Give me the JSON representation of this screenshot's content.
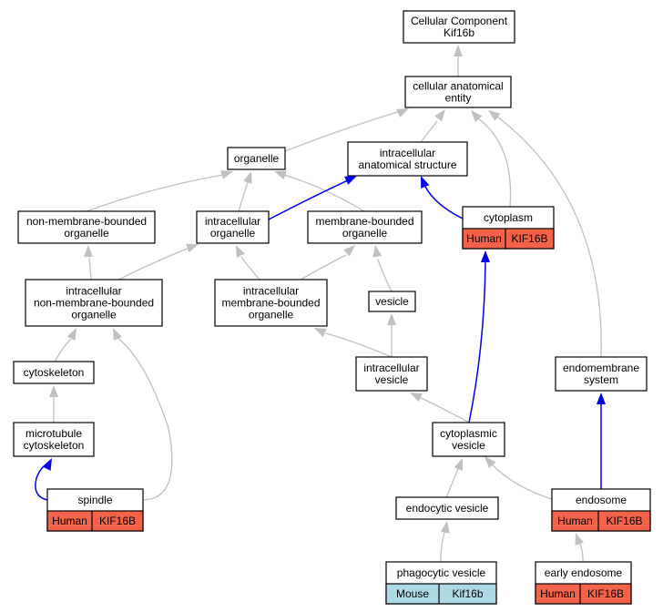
{
  "nodes": {
    "root": {
      "lines": [
        "Cellular Component",
        "Kif16b"
      ]
    },
    "cellular_anatomical_entity": {
      "lines": [
        "cellular anatomical",
        "entity"
      ]
    },
    "organelle": {
      "lines": [
        "organelle"
      ]
    },
    "intracellular_anatomical_structure": {
      "lines": [
        "intracellular",
        "anatomical structure"
      ]
    },
    "non_membrane_bounded_organelle": {
      "lines": [
        "non-membrane-bounded",
        "organelle"
      ]
    },
    "intracellular_organelle": {
      "lines": [
        "intracellular",
        "organelle"
      ]
    },
    "membrane_bounded_organelle": {
      "lines": [
        "membrane-bounded",
        "organelle"
      ]
    },
    "cytoplasm": {
      "lines": [
        "cytoplasm"
      ],
      "species": "Human",
      "gene": "KIF16B"
    },
    "intracellular_non_membrane_bounded_organelle": {
      "lines": [
        "intracellular",
        "non-membrane-bounded",
        "organelle"
      ]
    },
    "intracellular_membrane_bounded_organelle": {
      "lines": [
        "intracellular",
        "membrane-bounded",
        "organelle"
      ]
    },
    "vesicle": {
      "lines": [
        "vesicle"
      ]
    },
    "cytoskeleton": {
      "lines": [
        "cytoskeleton"
      ]
    },
    "intracellular_vesicle": {
      "lines": [
        "intracellular",
        "vesicle"
      ]
    },
    "endomembrane_system": {
      "lines": [
        "endomembrane",
        "system"
      ]
    },
    "microtubule_cytoskeleton": {
      "lines": [
        "microtubule",
        "cytoskeleton"
      ]
    },
    "cytoplasmic_vesicle": {
      "lines": [
        "cytoplasmic",
        "vesicle"
      ]
    },
    "spindle": {
      "lines": [
        "spindle"
      ],
      "species": "Human",
      "gene": "KIF16B"
    },
    "endosome": {
      "lines": [
        "endosome"
      ],
      "species": "Human",
      "gene": "KIF16B"
    },
    "endocytic_vesicle": {
      "lines": [
        "endocytic vesicle"
      ]
    },
    "phagocytic_vesicle": {
      "lines": [
        "phagocytic vesicle"
      ],
      "species": "Mouse",
      "gene": "Kif16b"
    },
    "early_endosome": {
      "lines": [
        "early endosome"
      ],
      "species": "Human",
      "gene": "KIF16B"
    }
  },
  "colors": {
    "human_fill": "#f4624a",
    "mouse_fill": "#add8e6",
    "edge_grey": "#c0c0c0",
    "edge_blue": "#0000ee"
  }
}
